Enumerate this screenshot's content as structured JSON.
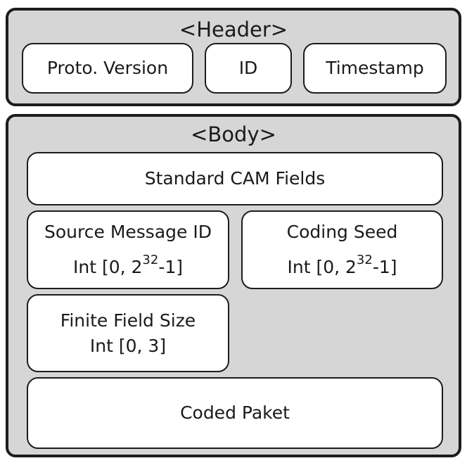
{
  "header": {
    "title": "<Header>",
    "fields": {
      "proto_version": "Proto. Version",
      "id": "ID",
      "timestamp": "Timestamp"
    }
  },
  "body": {
    "title": "<Body>",
    "standard_cam_fields": "Standard CAM Fields",
    "source_message_id": {
      "label": "Source Message ID",
      "range_prefix": "Int [0, 2",
      "range_exp": "32",
      "range_suffix": "-1]"
    },
    "coding_seed": {
      "label": "Coding Seed",
      "range_prefix": "Int [0, 2",
      "range_exp": "32",
      "range_suffix": "-1]"
    },
    "finite_field_size": {
      "label": "Finite Field Size",
      "range": "Int [0, 3]"
    },
    "coded_paket": "Coded Paket"
  }
}
